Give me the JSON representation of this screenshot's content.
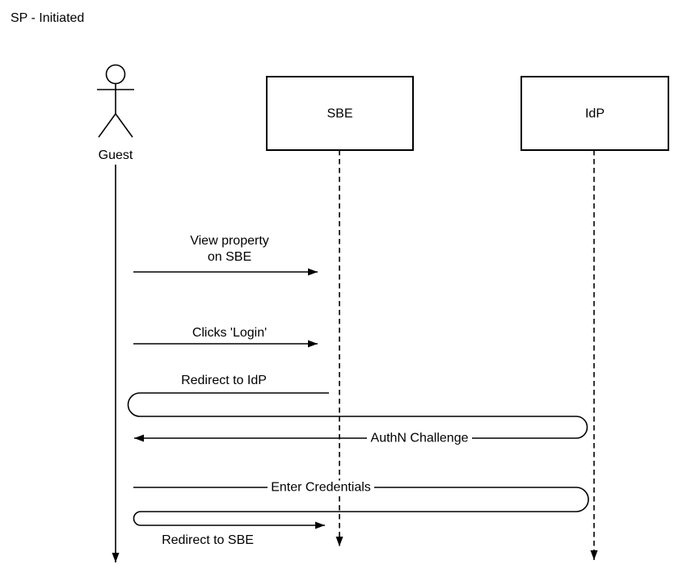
{
  "title": "SP - Initiated",
  "colors": {
    "stroke": "#000000",
    "background": "#ffffff"
  },
  "participants": {
    "guest": {
      "label": "Guest",
      "type": "actor",
      "lifeline": "solid"
    },
    "sbe": {
      "label": "SBE",
      "type": "box",
      "lifeline": "dashed"
    },
    "idp": {
      "label": "IdP",
      "type": "box",
      "lifeline": "dashed"
    }
  },
  "messages": {
    "view_property": {
      "line1": "View property",
      "line2": "on SBE",
      "from": "Guest",
      "to": "SBE"
    },
    "clicks_login": {
      "label": "Clicks 'Login'",
      "from": "Guest",
      "to": "SBE"
    },
    "redirect_idp": {
      "label": "Redirect to IdP",
      "from": "SBE",
      "to": "IdP",
      "via": "Guest"
    },
    "authn_challenge": {
      "label": "AuthN Challenge",
      "from": "IdP",
      "to": "Guest"
    },
    "enter_credentials": {
      "label": "Enter Credentials",
      "from": "Guest",
      "to": "IdP"
    },
    "redirect_sbe": {
      "label": "Redirect to SBE",
      "from": "IdP",
      "to": "SBE",
      "via": "Guest"
    }
  }
}
